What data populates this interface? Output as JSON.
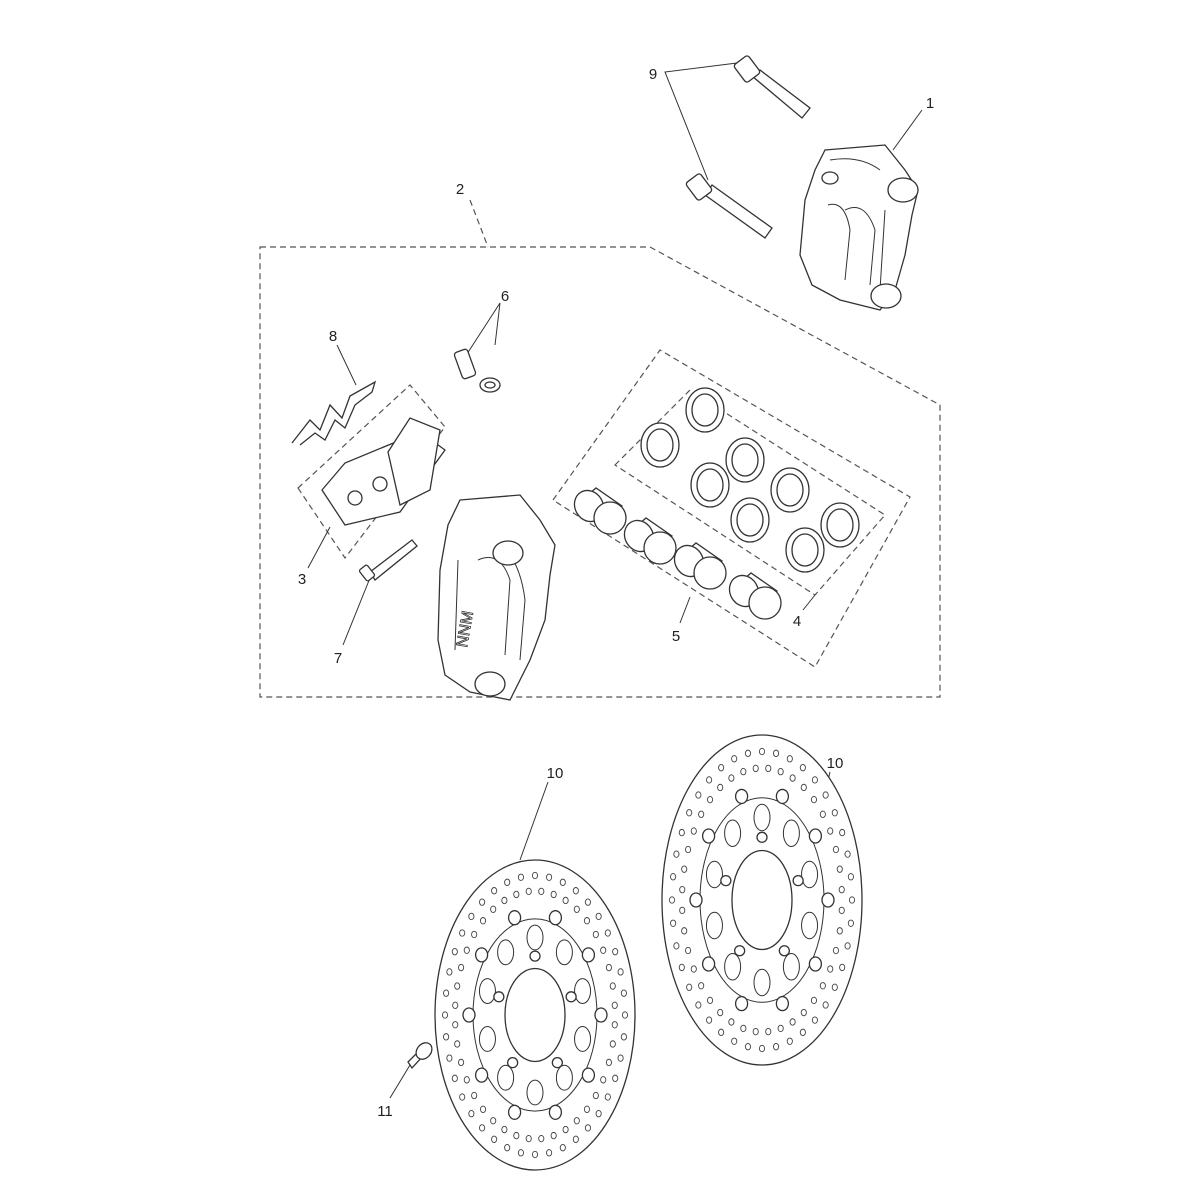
{
  "diagram": {
    "title": "Front brake caliper and discs exploded view",
    "labels": {
      "l1": "1",
      "l2": "2",
      "l3": "3",
      "l4": "4",
      "l5": "5",
      "l6": "6",
      "l7": "7",
      "l8": "8",
      "l9": "9",
      "l10a": "10",
      "l10b": "10",
      "l11": "11"
    },
    "caliper_logo": "NNM"
  }
}
